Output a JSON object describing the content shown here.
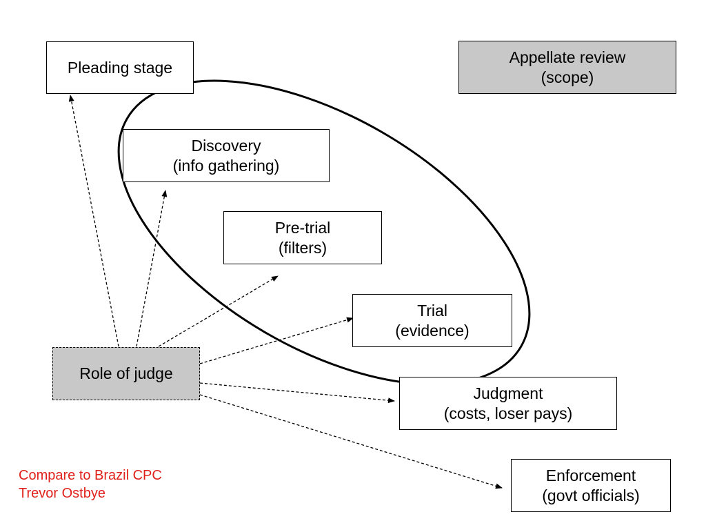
{
  "diagram": {
    "nodes": [
      {
        "id": "pleading",
        "lines": [
          "Pleading stage"
        ],
        "fill": "#ffffff",
        "border": "solid"
      },
      {
        "id": "appellate",
        "lines": [
          "Appellate review",
          "(scope)"
        ],
        "fill": "#c8c8c8",
        "border": "solid"
      },
      {
        "id": "discovery",
        "lines": [
          "Discovery",
          "(info gathering)"
        ],
        "fill": "#ffffff",
        "border": "solid"
      },
      {
        "id": "pretrial",
        "lines": [
          "Pre-trial",
          "(filters)"
        ],
        "fill": "#ffffff",
        "border": "solid"
      },
      {
        "id": "trial",
        "lines": [
          "Trial",
          "(evidence)"
        ],
        "fill": "#ffffff",
        "border": "solid"
      },
      {
        "id": "judge",
        "lines": [
          "Role of judge"
        ],
        "fill": "#c8c8c8",
        "border": "dashed"
      },
      {
        "id": "judgment",
        "lines": [
          "Judgment",
          "(costs, loser pays)"
        ],
        "fill": "#ffffff",
        "border": "solid"
      },
      {
        "id": "enforcement",
        "lines": [
          "Enforcement",
          "(govt officials)"
        ],
        "fill": "#ffffff",
        "border": "solid"
      }
    ],
    "edges": [
      {
        "from": "judge",
        "to": "pleading",
        "style": "dashed-arrow"
      },
      {
        "from": "judge",
        "to": "discovery",
        "style": "dashed-arrow"
      },
      {
        "from": "judge",
        "to": "pretrial",
        "style": "dashed-arrow"
      },
      {
        "from": "judge",
        "to": "trial",
        "style": "dashed-arrow"
      },
      {
        "from": "judge",
        "to": "judgment",
        "style": "dashed-arrow"
      },
      {
        "from": "judge",
        "to": "enforcement",
        "style": "dashed-arrow"
      }
    ],
    "grouping": {
      "shape": "ellipse",
      "encloses": [
        "discovery",
        "pretrial",
        "trial"
      ]
    }
  },
  "note": {
    "lines": [
      "Compare to Brazil CPC",
      "Trevor Ostbye"
    ],
    "color": "#e0201a"
  }
}
